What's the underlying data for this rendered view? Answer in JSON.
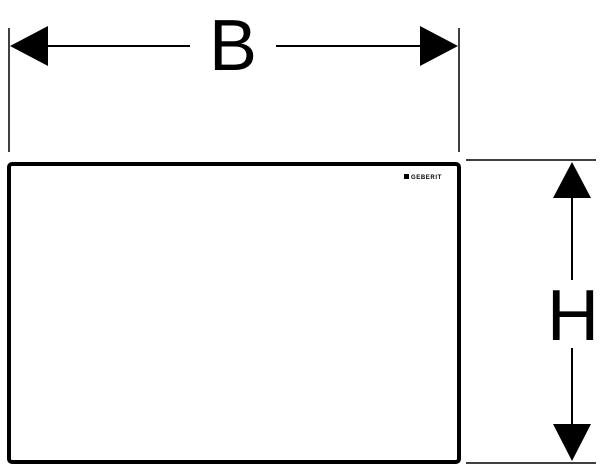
{
  "dimensions": {
    "width_label": "B",
    "height_label": "H"
  },
  "panel": {
    "brand": "GEBERIT"
  },
  "colors": {
    "line": "#000000",
    "background": "#ffffff"
  }
}
